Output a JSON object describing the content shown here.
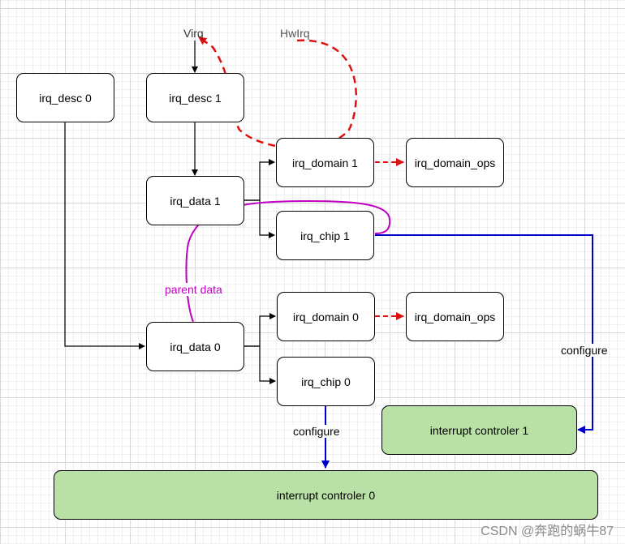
{
  "nodes": {
    "irq_desc_0": "irq_desc 0",
    "irq_desc_1": "irq_desc 1",
    "irq_data_1": "irq_data 1",
    "irq_data_0": "irq_data 0",
    "irq_domain_1": "irq_domain 1",
    "irq_domain_0": "irq_domain 0",
    "irq_domain_ops_1": "irq_domain_ops",
    "irq_domain_ops_0": "irq_domain_ops",
    "irq_chip_1": "irq_chip 1",
    "irq_chip_0": "irq_chip 0",
    "controller_1": "interrupt controler 1",
    "controller_0": "interrupt controler 0"
  },
  "labels": {
    "virq": "Virq",
    "hwirq": "HwIrq",
    "parent_data": "parent data",
    "configure_right": "configure",
    "configure_bottom": "configure"
  },
  "watermark": "CSDN @奔跑的蜗牛87",
  "colors": {
    "green_fill": "#b9e0a5",
    "red_dashed": "#e01010",
    "magenta": "#c000c0",
    "blue": "#0000cc"
  }
}
